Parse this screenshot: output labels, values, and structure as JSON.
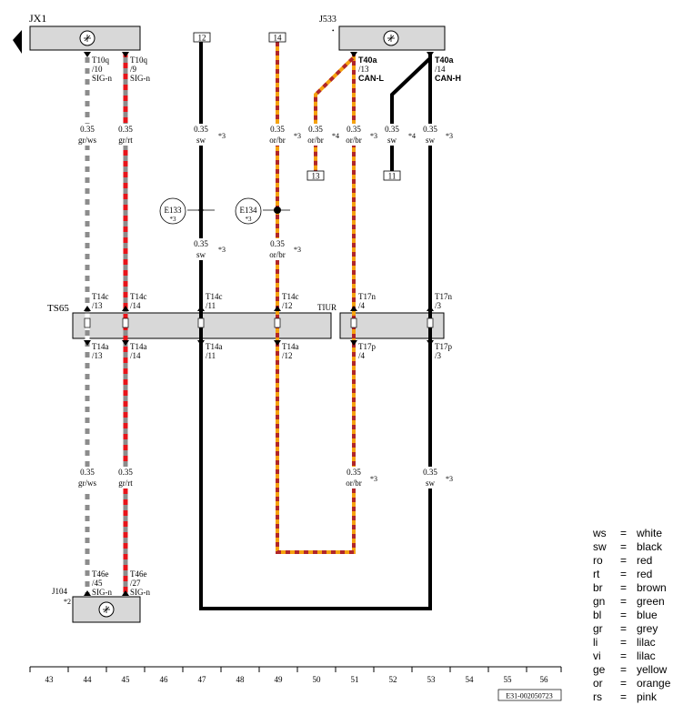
{
  "components": {
    "jx1": "JX1",
    "j533": "J533",
    "ts65": "TS65",
    "tiur": "TIUR",
    "j104": "J104",
    "j104_note": "*2"
  },
  "top_boxes": {
    "box12": "12",
    "box14": "14",
    "box13": "13",
    "box11": "11"
  },
  "top_connectors": [
    {
      "l1": "T10q",
      "l2": "/10",
      "l3": "SIG-n"
    },
    {
      "l1": "T10q",
      "l2": "/9",
      "l3": "SIG-n"
    },
    {
      "l1": "T40a",
      "l2": "/13",
      "l3": "CAN-L"
    },
    {
      "l1": "T40a",
      "l2": "/14",
      "l3": "CAN-H"
    }
  ],
  "upper_wires": [
    {
      "size": "0.35",
      "color": "gr/ws",
      "note": ""
    },
    {
      "size": "0.35",
      "color": "gr/rt",
      "note": ""
    },
    {
      "size": "0.35",
      "color": "sw",
      "note": "*3"
    },
    {
      "size": "0.35",
      "color": "or/br",
      "note": "*3"
    },
    {
      "size": "0.35",
      "color": "or/br",
      "note": "*4"
    },
    {
      "size": "0.35",
      "color": "or/br",
      "note": "*3"
    },
    {
      "size": "0.35",
      "color": "sw",
      "note": "*4"
    },
    {
      "size": "0.35",
      "color": "sw",
      "note": "*3"
    }
  ],
  "splices": [
    {
      "name": "E133",
      "note": "*3"
    },
    {
      "name": "E134",
      "note": "*3"
    }
  ],
  "mid_wires": [
    {
      "size": "0.35",
      "color": "sw",
      "note": "*3"
    },
    {
      "size": "0.35",
      "color": "or/br",
      "note": "*3"
    }
  ],
  "ts65_upper": [
    {
      "l1": "T14c",
      "l2": "/13"
    },
    {
      "l1": "T14c",
      "l2": "/14"
    },
    {
      "l1": "T14c",
      "l2": "/11"
    },
    {
      "l1": "T14c",
      "l2": "/12"
    }
  ],
  "ts65_lower": [
    {
      "l1": "T14a",
      "l2": "/13"
    },
    {
      "l1": "T14a",
      "l2": "/14"
    },
    {
      "l1": "T14a",
      "l2": "/11"
    },
    {
      "l1": "T14a",
      "l2": "/12"
    }
  ],
  "tiur_upper": [
    {
      "l1": "T17n",
      "l2": "/4"
    },
    {
      "l1": "T17n",
      "l2": "/3"
    }
  ],
  "tiur_lower": [
    {
      "l1": "T17p",
      "l2": "/4"
    },
    {
      "l1": "T17p",
      "l2": "/3"
    }
  ],
  "lower_wires": [
    {
      "size": "0.35",
      "color": "gr/ws",
      "note": ""
    },
    {
      "size": "0.35",
      "color": "gr/rt",
      "note": ""
    },
    {
      "size": "0.35",
      "color": "or/br",
      "note": "*3"
    },
    {
      "size": "0.35",
      "color": "sw",
      "note": "*3"
    }
  ],
  "bottom_connectors": [
    {
      "l1": "T46e",
      "l2": "/45",
      "l3": "SIG-n"
    },
    {
      "l1": "T46e",
      "l2": "/27",
      "l3": "SIG-n"
    }
  ],
  "columns": [
    "43",
    "44",
    "45",
    "46",
    "47",
    "48",
    "49",
    "50",
    "51",
    "52",
    "53",
    "54",
    "55",
    "56"
  ],
  "doc_ref": "E31-002050723",
  "legend": [
    {
      "code": "ws",
      "eq": "=",
      "name": "white"
    },
    {
      "code": "sw",
      "eq": "=",
      "name": "black"
    },
    {
      "code": "ro",
      "eq": "=",
      "name": "red"
    },
    {
      "code": "rt",
      "eq": "=",
      "name": "red"
    },
    {
      "code": "br",
      "eq": "=",
      "name": "brown"
    },
    {
      "code": "gn",
      "eq": "=",
      "name": "green"
    },
    {
      "code": "bl",
      "eq": "=",
      "name": "blue"
    },
    {
      "code": "gr",
      "eq": "=",
      "name": "grey"
    },
    {
      "code": "li",
      "eq": "=",
      "name": "lilac"
    },
    {
      "code": "vi",
      "eq": "=",
      "name": "lilac"
    },
    {
      "code": "ge",
      "eq": "=",
      "name": "yellow"
    },
    {
      "code": "or",
      "eq": "=",
      "name": "orange"
    },
    {
      "code": "rs",
      "eq": "=",
      "name": "pink"
    }
  ],
  "wire_colors": {
    "grey": "#8c8c8c",
    "white": "#ffffff",
    "red": "#e8141a",
    "black": "#000000",
    "orange": "#f5a20f",
    "brown": "#b0262a",
    "component_fill": "#d8d8d8"
  }
}
